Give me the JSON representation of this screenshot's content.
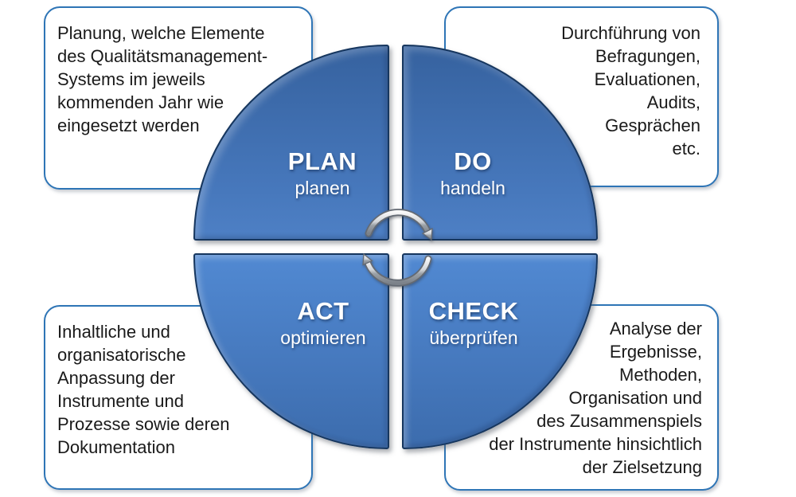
{
  "cycle": {
    "quadrants": [
      {
        "key": "plan",
        "label": "PLAN",
        "sublabel": "planen"
      },
      {
        "key": "do",
        "label": "DO",
        "sublabel": "handeln"
      },
      {
        "key": "act",
        "label": "ACT",
        "sublabel": "optimieren"
      },
      {
        "key": "check",
        "label": "CHECK",
        "sublabel": "überprüfen"
      }
    ],
    "center_icon": "rotation-arrows-icon",
    "rotation_direction": "clockwise"
  },
  "notes": {
    "plan": {
      "position": "top-left",
      "align": "left",
      "text": "Planung, welche Elemente\ndes Qualitätsmanagement-\nSystems im jeweils\nkommenden Jahr wie\neingesetzt werden"
    },
    "do": {
      "position": "top-right",
      "align": "right",
      "text": "Durchführung von\nBefragungen,\nEvaluationen,\nAudits,\nGesprächen\netc."
    },
    "act": {
      "position": "bottom-left",
      "align": "left",
      "text": "Inhaltliche und\norganisatorische\nAnpassung der\nInstrumente und\nProzesse sowie deren\nDokumentation"
    },
    "check": {
      "position": "bottom-right",
      "align": "right",
      "text": "Analyse der\nErgebnisse,\nMethoden,\nOrganisation und\ndes Zusammenspiels\nder Instrumente hinsichtlich\nder Zielsetzung"
    }
  },
  "colors": {
    "box_border": "#2e75b6",
    "note_text": "#1a1a1a",
    "quadrant_outline": "#16365e",
    "quadrant_top_start": "#36629f",
    "quadrant_top_end": "#4e80c5",
    "quadrant_bottom_start": "#5189d2",
    "quadrant_bottom_end": "#3c6cad",
    "label_text": "#ffffff",
    "arrow_metal_light": "#f8f8f8",
    "arrow_metal_dark": "#7c828a"
  }
}
